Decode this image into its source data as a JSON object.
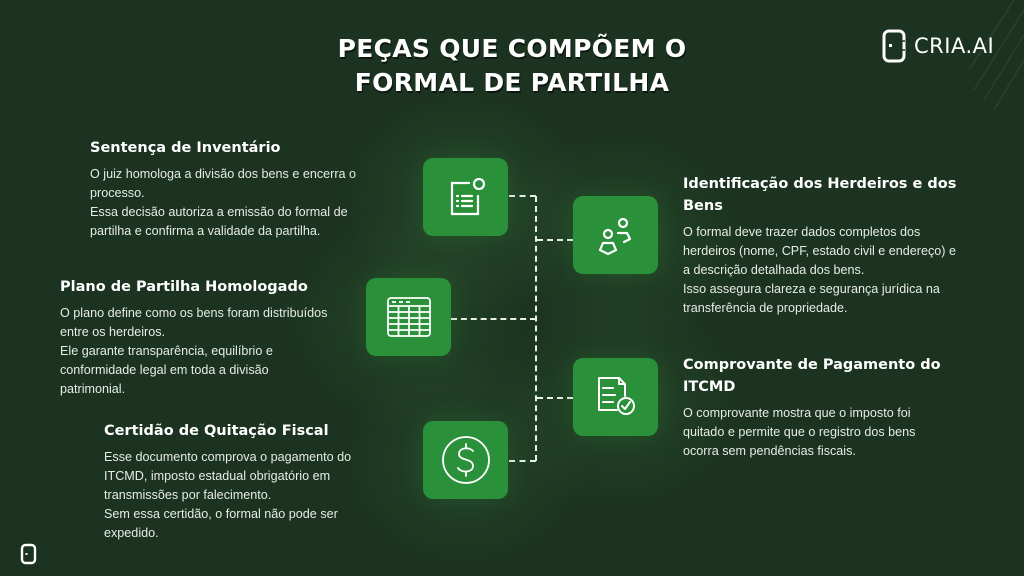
{
  "header": {
    "title_line1": "PEÇAS QUE COMPÕEM O",
    "title_line2": "FORMAL DE PARTILHA"
  },
  "brand": {
    "name": "CRIA.AI",
    "logo_icon": "cria-ai-logo-icon",
    "accent_color": "#2a9039",
    "background_color": "#1b3320"
  },
  "sections": [
    {
      "title": "Sentença de Inventário",
      "icon": "document-list-icon",
      "text": "O juiz homologa a divisão dos bens e encerra o\nprocesso.\nEssa decisão autoriza a emissão do formal de\npartilha e confirma a validade da partilha."
    },
    {
      "title": "Identificação dos Herdeiros e dos\nBens",
      "icon": "people-icon",
      "text": "O formal deve trazer dados completos dos\nherdeiros (nome, CPF, estado civil e endereço) e\na descrição detalhada dos bens.\nIsso assegura clareza e segurança jurídica na\ntransferência de propriedade."
    },
    {
      "title": "Plano de Partilha Homologado",
      "icon": "table-icon",
      "text": "O plano define como os bens foram distribuídos\nentre os herdeiros.\nEle garante transparência, equilíbrio e\nconformidade legal em toda a divisão\npatrimonial."
    },
    {
      "title": "Comprovante de Pagamento do\nITCMD",
      "icon": "document-check-icon",
      "text": "O comprovante mostra que o imposto foi\nquitado e permite que o registro dos bens\nocorra sem pendências fiscais."
    },
    {
      "title": "Certidão de Quitação Fiscal",
      "icon": "dollar-circle-icon",
      "text": "Esse documento comprova o pagamento do\nITCMD, imposto estadual obrigatório em\ntransmissões por falecimento.\nSem essa certidão, o formal não pode ser\nexpedido."
    }
  ]
}
